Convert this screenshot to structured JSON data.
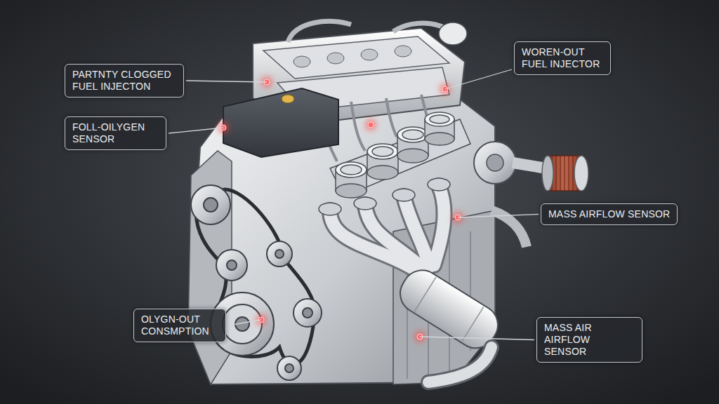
{
  "diagram": {
    "nodes": [
      {
        "text": [
          "WOREN-OUT FUEL INJECTOR"
        ]
      },
      {
        "text": [
          "PARTNTY CLOGGED FUEL INJECTON"
        ]
      },
      {
        "text": [
          "FOLL-OILYGEN SENSOR"
        ]
      },
      {
        "text": [
          "MASS AIRFLOW SENSOR"
        ]
      },
      {
        "text": [
          "OLYGN-OUT CONSMPTION"
        ]
      },
      {
        "text": [
          "MASS AIR AIRFLOW SENSOR"
        ]
      }
    ]
  }
}
